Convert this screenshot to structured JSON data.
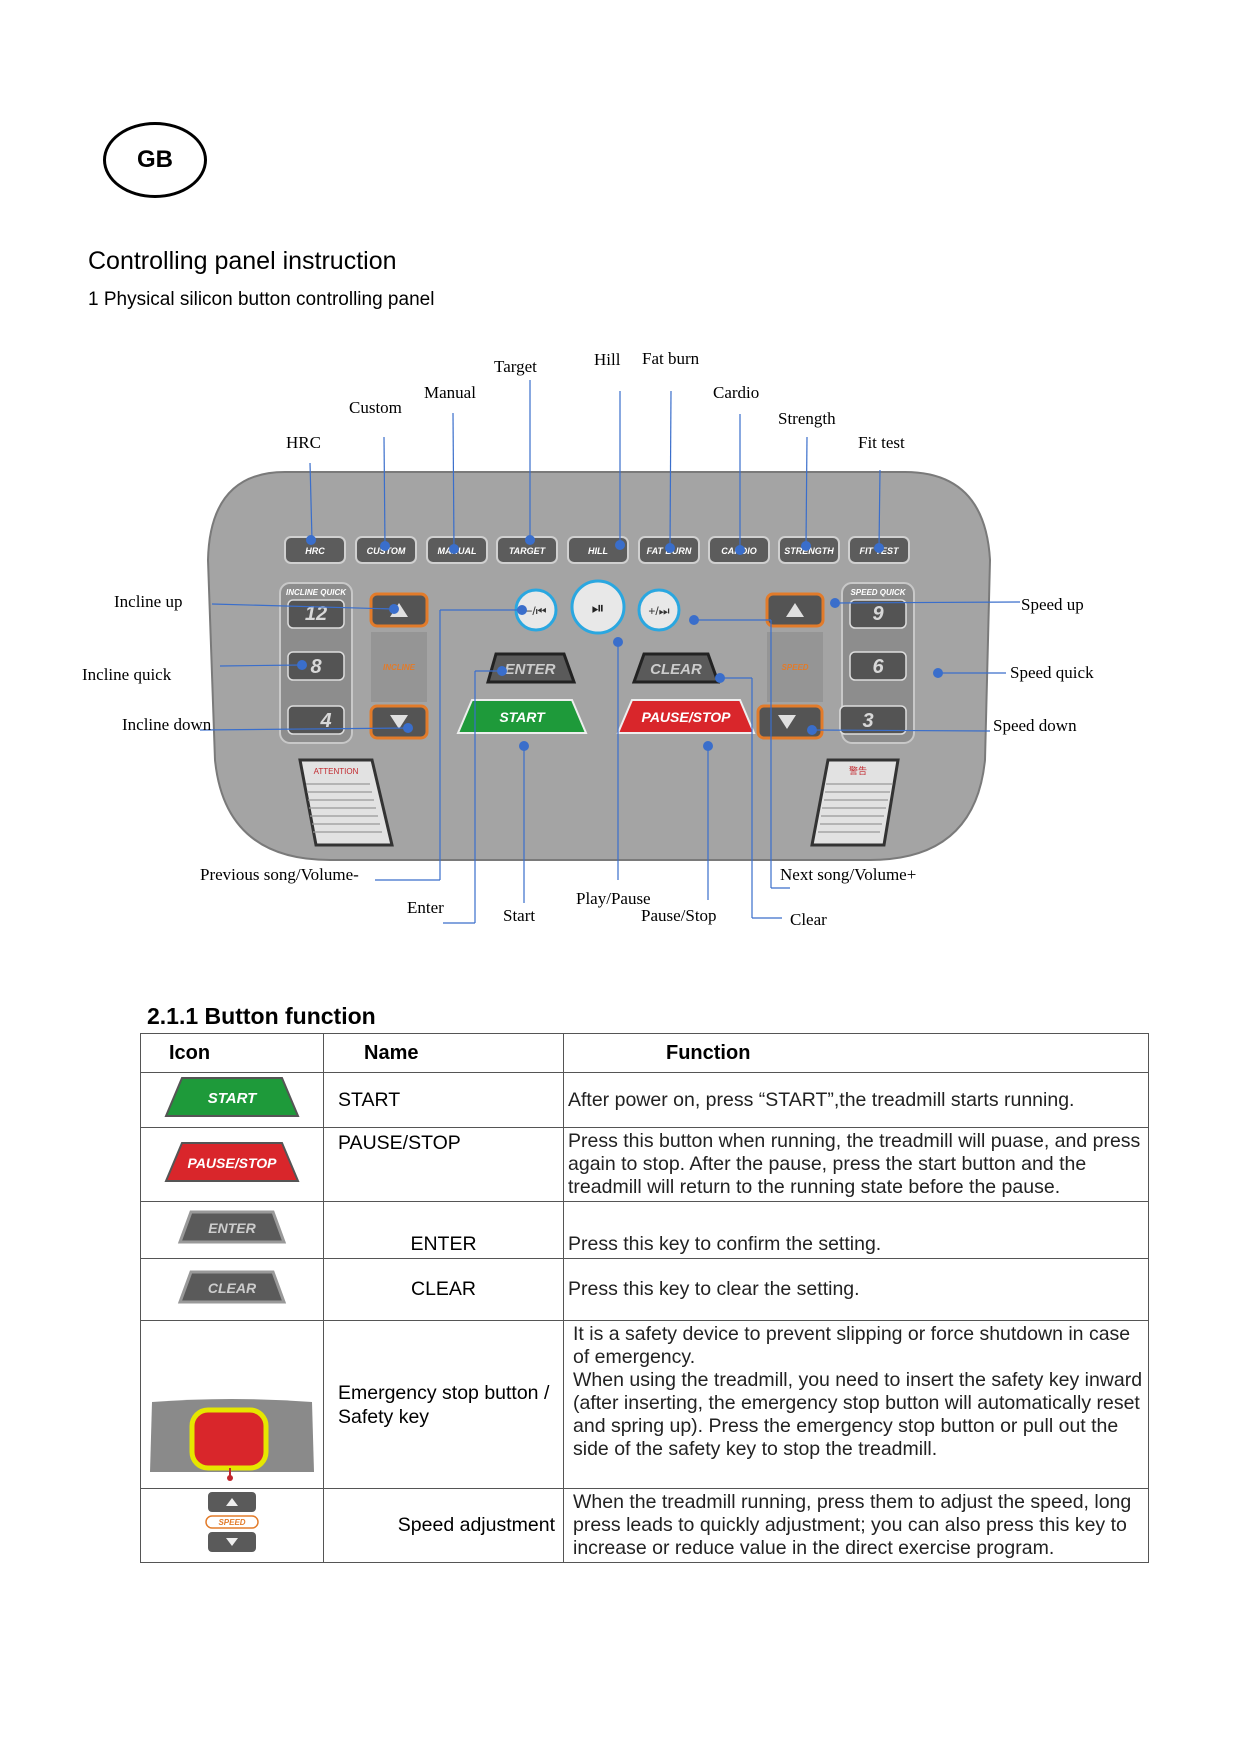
{
  "badge": {
    "text": "GB"
  },
  "heading": "Controlling panel instruction",
  "subheading": "1 Physical silicon button controlling panel",
  "panel": {
    "callouts": {
      "hrc": "HRC",
      "custom": "Custom",
      "manual": "Manual",
      "target": "Target",
      "hill": "Hill",
      "fat_burn": "Fat burn",
      "cardio": "Cardio",
      "strength": "Strength",
      "fit_test": "Fit test",
      "incline_up": "Incline up",
      "incline_quick": "Incline quick",
      "incline_down": "Incline down",
      "speed_up": "Speed up",
      "speed_quick": "Speed quick",
      "speed_down": "Speed down",
      "prev_song": "Previous song/Volume-",
      "enter": "Enter",
      "start": "Start",
      "play_pause": "Play/Pause",
      "pause_stop": "Pause/Stop",
      "next_song": "Next song/Volume+",
      "clear": "Clear"
    },
    "program_keys": [
      "HRC",
      "CUSTOM",
      "MANUAL",
      "TARGET",
      "HILL",
      "FAT BURN",
      "CARDIO",
      "STRENGTH",
      "FIT TEST"
    ],
    "incline_quick_label": "INCLINE QUICK",
    "speed_quick_label": "SPEED QUICK",
    "incline_values": [
      "12",
      "8",
      "4"
    ],
    "speed_values": [
      "9",
      "6",
      "3"
    ],
    "incline_tag": "INCLINE",
    "speed_tag": "SPEED",
    "keys": {
      "enter": "ENTER",
      "clear": "CLEAR",
      "start": "START",
      "pause_stop": "PAUSE/STOP"
    },
    "warning_left": "ATTENTION",
    "warning_right": "警告",
    "colors": {
      "panel": "#a3a3a3",
      "start": "#1e9a3a",
      "stop": "#d9262b",
      "accent": "#e27b2a",
      "media": "#2aa7e0",
      "callout": "#3a6ecb"
    }
  },
  "section_title": "2.1.1 Button function",
  "table": {
    "headers": {
      "icon": "Icon",
      "name": "Name",
      "function": "Function"
    },
    "rows": [
      {
        "name": "START",
        "function": "After power on, press “START”,the treadmill starts running."
      },
      {
        "name": "PAUSE/STOP",
        "function": "Press this button when running, the treadmill will puase, and press again to stop. After the pause, press the start button and the treadmill will return to the running state before the pause."
      },
      {
        "name": "ENTER",
        "function": "Press this key to confirm the setting."
      },
      {
        "name": "CLEAR",
        "function": "Press this key to clear the setting."
      },
      {
        "name": "Emergency stop button / Safety key",
        "function": "It is a safety device to prevent slipping or force shutdown in case of emergency.\nWhen using the treadmill, you need to insert the safety key inward (after inserting, the emergency stop button will automatically reset and spring up). Press the emergency stop button or pull out the side of the safety key to stop the treadmill."
      },
      {
        "name": "Speed adjustment",
        "function": "When the treadmill running, press them to adjust the speed, long press leads to quickly adjustment; you can also press this key to increase or reduce value in the direct exercise program."
      }
    ],
    "icons": {
      "start": "START",
      "pause_stop": "PAUSE/STOP",
      "enter": "ENTER",
      "clear": "CLEAR",
      "speed": "SPEED"
    }
  }
}
